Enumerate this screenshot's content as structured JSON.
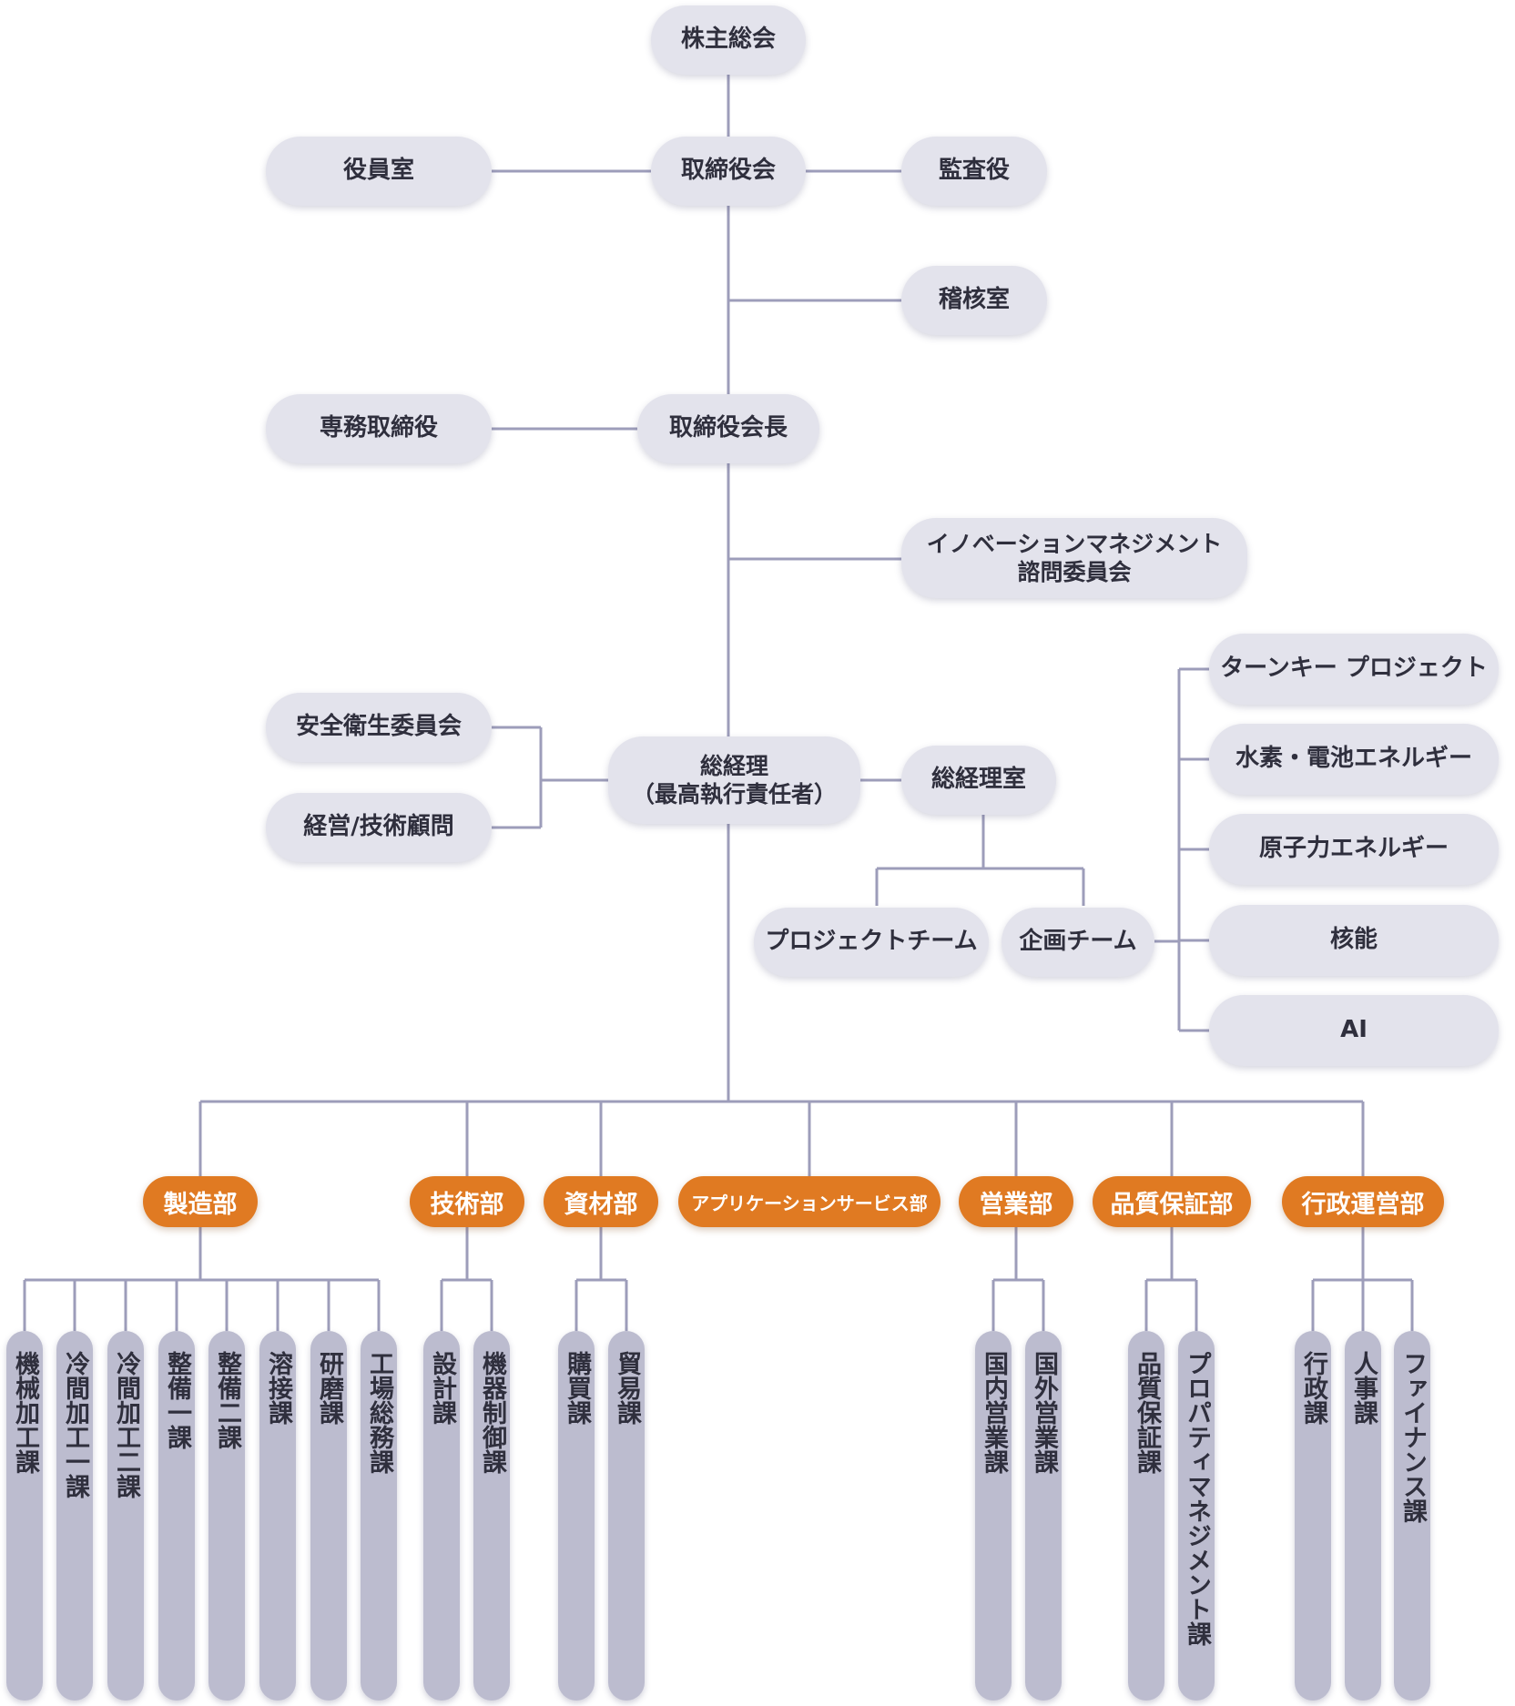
{
  "nodes": {
    "shareholders": "株主総会",
    "board": "取締役会",
    "officers_office": "役員室",
    "auditor": "監査役",
    "internal_audit": "稽核室",
    "managing_director": "専務取締役",
    "chairman": "取締役会長",
    "innovation_committee": [
      "イノベーションマネジメント",
      "諮問委員会"
    ],
    "safety_committee": "安全衛生委員会",
    "advisors": "経営/技術顧問",
    "ceo": [
      "総経理",
      "（最高執行責任者）"
    ],
    "ceo_office": "総経理室",
    "project_team": "プロジェクトチーム",
    "planning_team": "企画チーム",
    "turnkey": "ターンキー プロジェクト",
    "hydrogen": "水素・電池エネルギー",
    "nuclear": "原子力エネルギー",
    "fusion": "核能",
    "ai": "AI"
  },
  "departments": [
    {
      "name": "製造部",
      "sections": [
        "機械加工課",
        "冷間加工一課",
        "冷間加工二課",
        "整備一課",
        "整備二課",
        "溶接課",
        "研磨課",
        "工場総務課"
      ]
    },
    {
      "name": "技術部",
      "sections": [
        "設計課",
        "機器制御課"
      ]
    },
    {
      "name": "資材部",
      "sections": [
        "購買課",
        "貿易課"
      ]
    },
    {
      "name": "アプリケーションサービス部",
      "sections": []
    },
    {
      "name": "営業部",
      "sections": [
        "国内営業課",
        "国外営業課"
      ]
    },
    {
      "name": "品質保証部",
      "sections": [
        "品質保証課",
        "プロパティマネジメント課"
      ]
    },
    {
      "name": "行政運営部",
      "sections": [
        "行政課",
        "人事課",
        "ファイナンス課"
      ]
    }
  ],
  "colors": {
    "node_fill": "#e3e3ec",
    "department_fill": "#e07a22",
    "section_fill": "#bcbccf",
    "connector": "#9d9dba",
    "text": "#2f2f3d"
  }
}
